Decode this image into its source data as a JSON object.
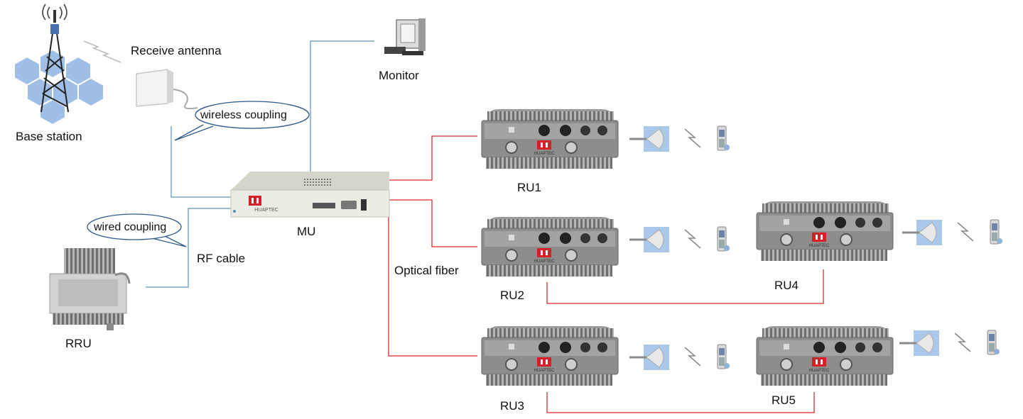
{
  "labels": {
    "base_station": "Base station",
    "receive_antenna": "Receive antenna",
    "wireless_coupling": "wireless coupling",
    "monitor": "Monitor",
    "mu": "MU",
    "wired_coupling": "wired coupling",
    "rf_cable": "RF cable",
    "rru": "RRU",
    "optical_fiber": "Optical fiber",
    "ru1": "RU1",
    "ru2": "RU2",
    "ru3": "RU3",
    "ru4": "RU4",
    "ru5": "RU5",
    "brand": "HUAPTEC"
  },
  "colors": {
    "rf_line": "#5b93b5",
    "fiber_line": "#d92b2b",
    "unit_body": "#8a8a8a",
    "unit_fins": "#9c9c9c",
    "mu_body": "#ecebe4",
    "logo": "#d61f26",
    "antenna_bg": "#a9c8ea",
    "bubble_stroke": "#2d5a8a"
  }
}
